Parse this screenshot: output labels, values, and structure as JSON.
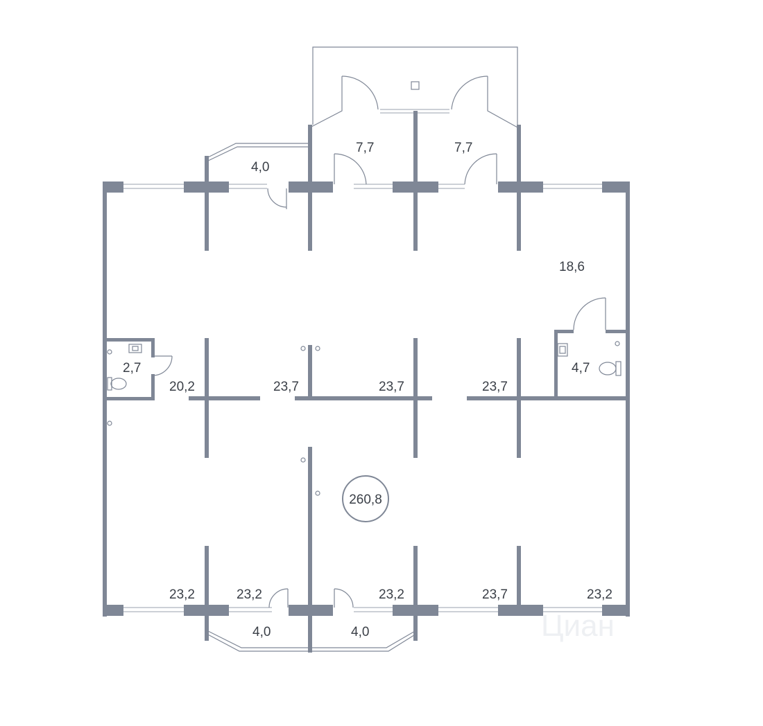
{
  "plan": {
    "total_area": "260,8",
    "watermark": "Циан",
    "rooms": {
      "balcony_top_left": "4,0",
      "vestibule_left": "7,7",
      "vestibule_right": "7,7",
      "office_top_right": "18,6",
      "wc_left": "2,7",
      "office_left": "20,2",
      "office_mid_1": "23,7",
      "office_mid_2": "23,7",
      "office_mid_3": "23,7",
      "wc_right": "4,7",
      "office_bottom_1": "23,2",
      "office_bottom_2": "23,2",
      "office_bottom_3": "23,2",
      "office_bottom_4": "23,7",
      "office_bottom_5": "23,2",
      "balcony_bottom_left": "4,0",
      "balcony_bottom_right": "4,0"
    }
  }
}
